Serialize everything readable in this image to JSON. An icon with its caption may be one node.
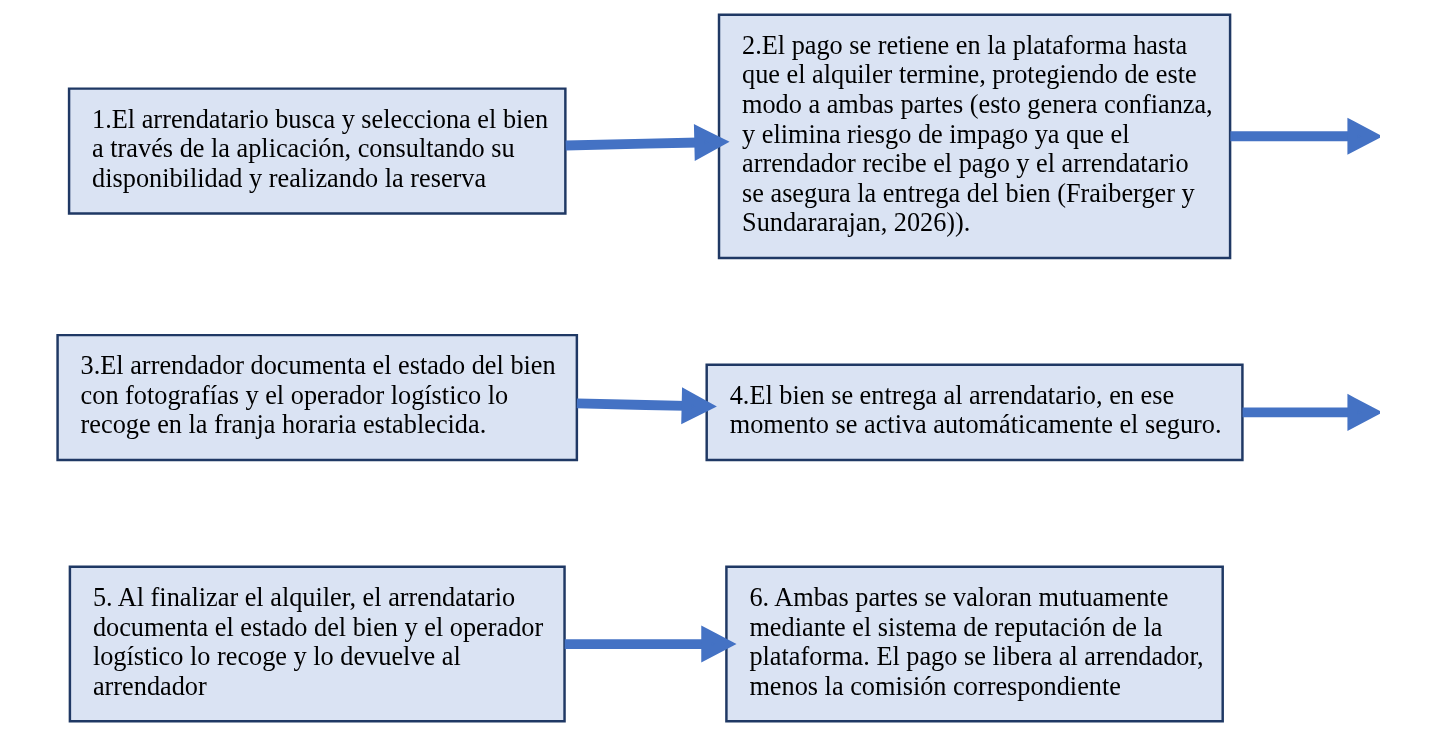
{
  "diagram": {
    "nodes": [
      {
        "text": [
          "1.El arrendatario busca y selecciona el bien a través de la aplicación, consultando su disponibilidad y realizando la reserva"
        ]
      },
      {
        "text": [
          "2.El pago se retiene en la plataforma hasta que el alquiler termine, protegiendo de este modo a ambas partes (esto genera confianza, y elimina riesgo de impago ya que el arrendador recibe el pago y el arrendatario se asegura la entrega del bien (Fraiberger y Sundararajan, 2026))."
        ]
      },
      {
        "text": [
          "3.El arrendador documenta el estado del bien con fotografías y el operador logístico lo recoge en la franja horaria establecida."
        ]
      },
      {
        "text": [
          "4.El bien se entrega al arrendatario, en ese momento se activa automáticamente el seguro."
        ]
      },
      {
        "text": [
          "5. Al finalizar el alquiler, el arrendatario documenta el estado del bien y el operador logístico lo recoge y lo devuelve al arrendador"
        ]
      },
      {
        "text": [
          "6. Ambas partes se valoran mutuamente mediante el sistema de reputación de la plataforma. El pago se libera al arrendador, menos la comisión correspondiente"
        ]
      }
    ],
    "edges": [
      {
        "from": 0,
        "to": 1,
        "arrow": "to"
      },
      {
        "from": 1,
        "to": null,
        "arrow": "to"
      },
      {
        "from": 2,
        "to": 3,
        "arrow": "to"
      },
      {
        "from": 3,
        "to": null,
        "arrow": "to"
      },
      {
        "from": 4,
        "to": 5,
        "arrow": "to"
      }
    ]
  }
}
